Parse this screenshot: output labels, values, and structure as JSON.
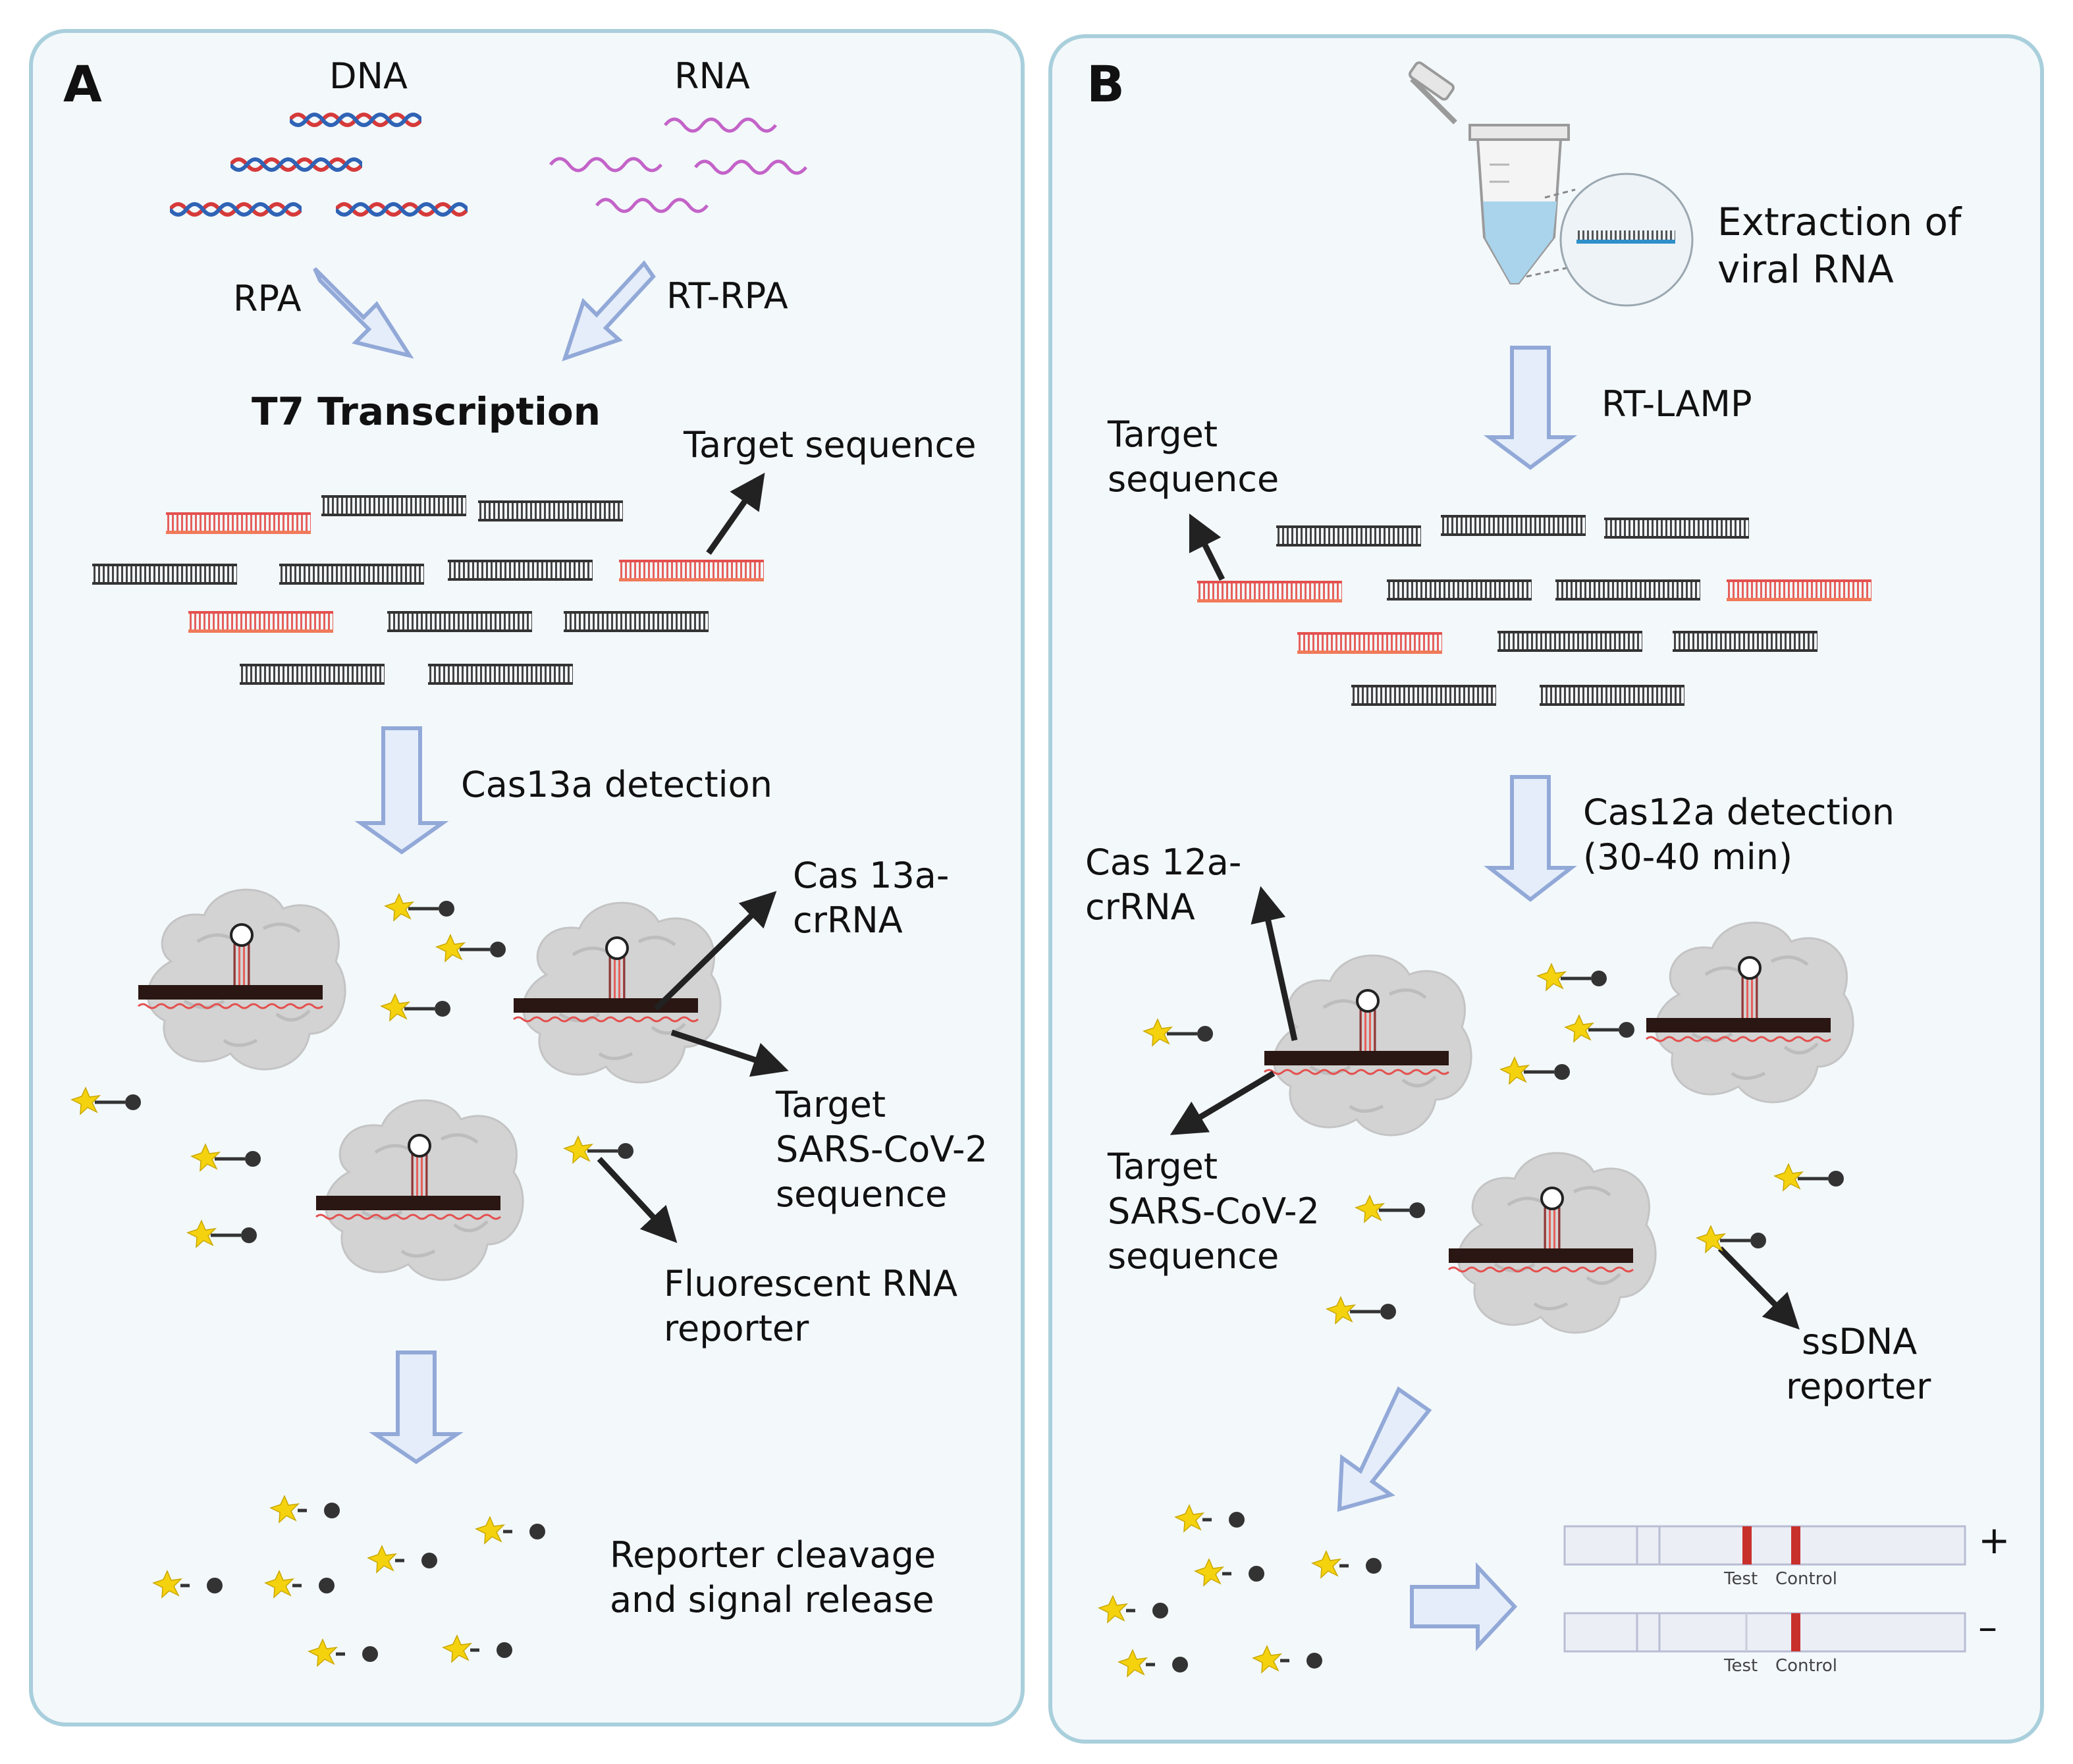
{
  "panel_a": {
    "letter": "A",
    "dna_label": "DNA",
    "rna_label": "RNA",
    "rpa_label": "RPA",
    "rt_rpa_label": "RT-RPA",
    "t7_label": "T7 Transcription",
    "target_sequence_label": "Target sequence",
    "cas13a_detection_label": "Cas13a detection",
    "cas_crrna_label": [
      "Cas 13a-",
      "crRNA"
    ],
    "target_sars_label": [
      "Target",
      "SARS-CoV-2",
      "sequence"
    ],
    "reporter_label": [
      "Fluorescent RNA",
      "reporter"
    ],
    "cleavage_label": [
      "Reporter cleavage",
      "and signal release"
    ]
  },
  "panel_b": {
    "letter": "B",
    "extraction_label": [
      "Extraction of",
      "viral RNA"
    ],
    "rt_lamp_label": "RT-LAMP",
    "target_sequence_label": [
      "Target",
      "sequence"
    ],
    "cas12a_detection_label": [
      "Cas12a detection",
      "(30-40 min)"
    ],
    "cas_crrna_label": [
      "Cas 12a-",
      "crRNA"
    ],
    "target_sars_label": [
      "Target",
      "SARS-CoV-2",
      "sequence"
    ],
    "reporter_label": [
      "ssDNA",
      "reporter"
    ],
    "strip_positive": {
      "sign": "+",
      "test": "Test",
      "control": "Control"
    },
    "strip_negative": {
      "sign": "–",
      "test": "Test",
      "control": "Control"
    }
  },
  "colors": {
    "panel_border": "#a9cfdc",
    "panel_fill": "#f3f8fb",
    "arrow_fill": "#e4edf9",
    "arrow_stroke": "#92a9d8",
    "dna_red": "#d63a3a",
    "dna_blue": "#2f63b5",
    "rna_purple": "#c363c8",
    "target_red": "#e4504e",
    "cas_grey": "#d3d3d3",
    "star_yellow": "#f5d20e",
    "strip_band": "#c8302c"
  }
}
